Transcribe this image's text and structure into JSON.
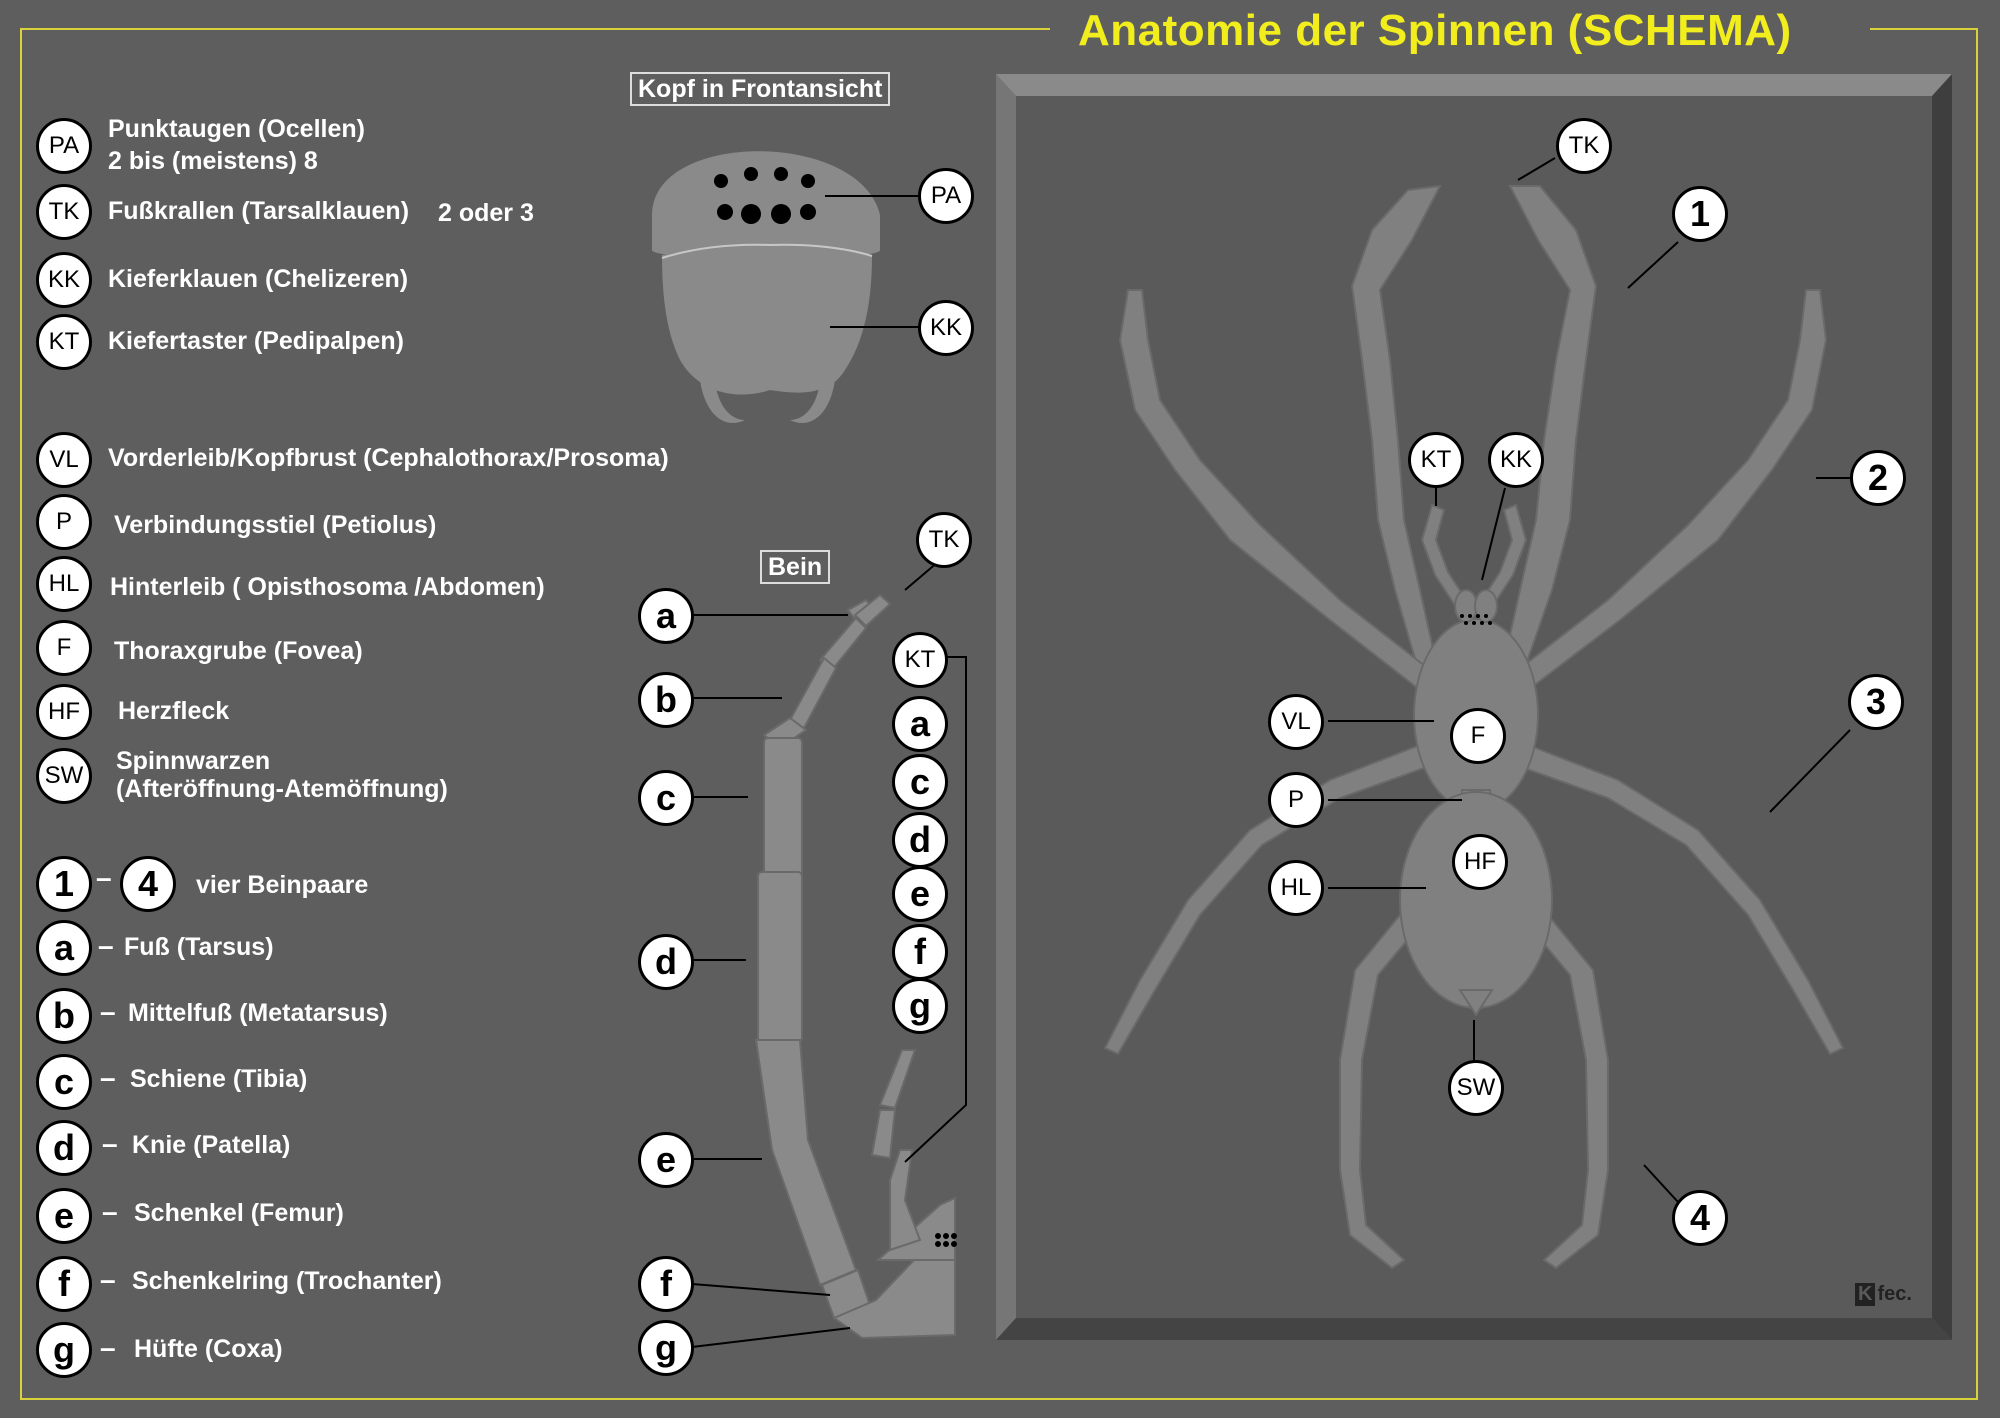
{
  "title": "Anatomie der Spinnen  (SCHEMA)",
  "head_label": "Kopf in Frontansicht",
  "leg_label": "Bein",
  "legend": [
    {
      "code": "PA",
      "text": "Punktaugen (Ocellen)",
      "text2": "2 bis (meistens) 8"
    },
    {
      "code": "TK",
      "text": "Fußkrallen (Tarsalklauen)",
      "text2": "2 oder 3"
    },
    {
      "code": "KK",
      "text": "Kieferklauen (Chelizeren)"
    },
    {
      "code": "KT",
      "text": "Kiefertaster (Pedipalpen)"
    },
    {
      "code": "VL",
      "text": "Vorderleib/Kopfbrust (Cephalothorax/Prosoma)"
    },
    {
      "code": "P",
      "text": "Verbindungsstiel (Petiolus)"
    },
    {
      "code": "HL",
      "text": "Hinterleib ( Opisthosoma /Abdomen)"
    },
    {
      "code": "F",
      "text": "Thoraxgrube (Fovea)"
    },
    {
      "code": "HF",
      "text": "Herzfleck"
    },
    {
      "code": "SW",
      "text": "Spinnwarzen",
      "text2": "(Afteröffnung-Atemöffnung)"
    }
  ],
  "leg_pairs": {
    "from": "1",
    "to": "4",
    "dash": "–",
    "text": "vier Beinpaare"
  },
  "segments": [
    {
      "code": "a",
      "text": "Fuß (Tarsus)"
    },
    {
      "code": "b",
      "text": "Mittelfuß (Metatarsus)"
    },
    {
      "code": "c",
      "text": "Schiene (Tibia)"
    },
    {
      "code": "d",
      "text": "Knie (Patella)"
    },
    {
      "code": "e",
      "text": "Schenkel (Femur)"
    },
    {
      "code": "f",
      "text": "Schenkelring (Trochanter)"
    },
    {
      "code": "g",
      "text": "Hüfte (Coxa)"
    }
  ],
  "segment_dash": "–",
  "leg_callouts": [
    "a",
    "b",
    "c",
    "d",
    "e",
    "f",
    "g"
  ],
  "palp_callouts": [
    "KT",
    "a",
    "c",
    "d",
    "e",
    "f",
    "g"
  ],
  "head_callouts": [
    "PA",
    "KK"
  ],
  "leg_tip_callout": "TK",
  "spider_callouts": [
    "TK",
    "1",
    "2",
    "3",
    "4",
    "KT",
    "KK",
    "VL",
    "F",
    "P",
    "HF",
    "HL",
    "SW"
  ],
  "logo": "fec.",
  "colors": {
    "background": "#5e5e5e",
    "title": "#f2ee1e",
    "frame": "#d9d23a",
    "body": "#8c8c8c",
    "panel": "#5a5a5a"
  }
}
